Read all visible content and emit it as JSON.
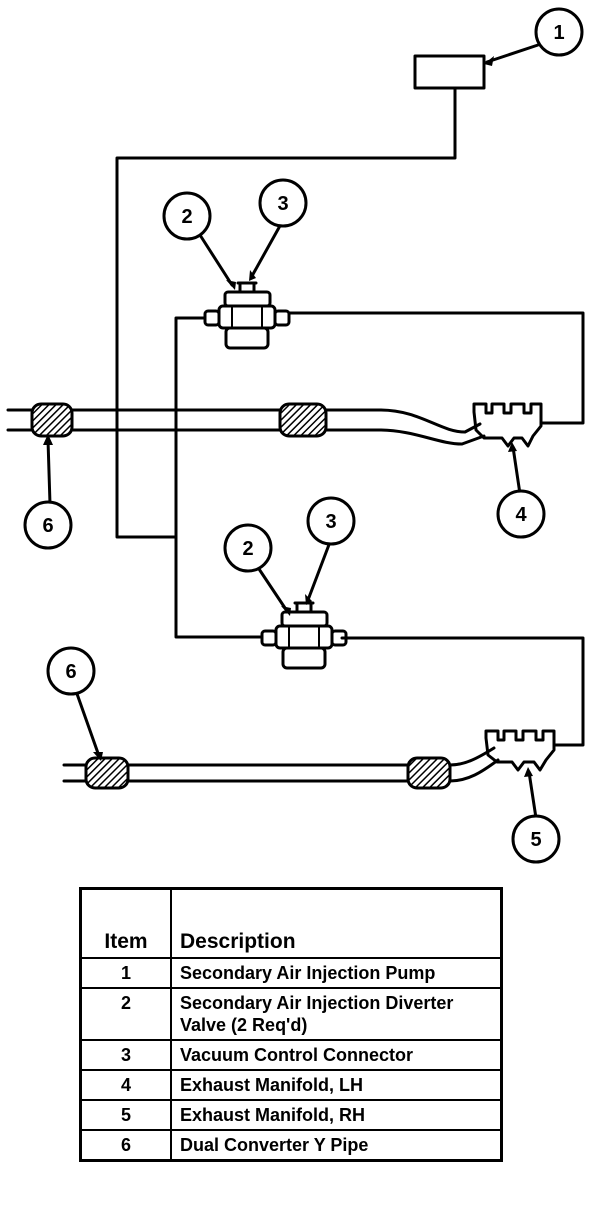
{
  "callouts": [
    "1",
    "2",
    "3",
    "2",
    "3",
    "4",
    "5",
    "6",
    "6"
  ],
  "legend": {
    "headers": {
      "item": "Item",
      "description": "Description"
    },
    "rows": [
      {
        "item": "1",
        "description": "Secondary Air Injection Pump"
      },
      {
        "item": "2",
        "description": "Secondary Air Injection Diverter Valve  (2 Req'd)"
      },
      {
        "item": "3",
        "description": "Vacuum Control Connector"
      },
      {
        "item": "4",
        "description": "Exhaust Manifold, LH"
      },
      {
        "item": "5",
        "description": "Exhaust Manifold, RH"
      },
      {
        "item": "6",
        "description": "Dual Converter Y Pipe"
      }
    ]
  }
}
